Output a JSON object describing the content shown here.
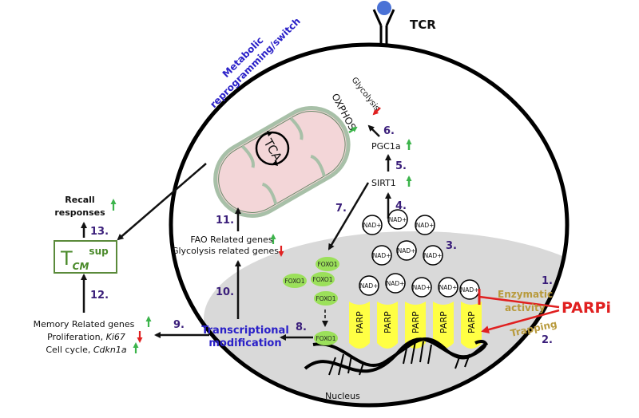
{
  "receptor": {
    "label": "TCR"
  },
  "mitochondrion": {
    "cycle_label": "TCA",
    "oxphos_label": "OXPHOS",
    "glycolysis_label": "Glycolysis"
  },
  "metabolic_label": {
    "line1": "Metabolic",
    "line2": "reprogramming/switch"
  },
  "pgc1a": {
    "label": "PGC1a"
  },
  "sirt1": {
    "label": "SIRT1"
  },
  "nad": {
    "label": "NAD+",
    "count": 11
  },
  "parp": {
    "label": "PARP",
    "count": 5
  },
  "foxo1": {
    "label": "FOXO1"
  },
  "genes_box": {
    "line1": "FAO Related genes",
    "line2": "Glycolysis related genes"
  },
  "transcriptional": {
    "line1": "Transcriptional",
    "line2": "modification"
  },
  "memory_box": {
    "line1": "Memory Related genes",
    "line2_a": "Proliferation, ",
    "line2_b": "Ki67",
    "line3_a": "Cell cycle, ",
    "line3_b": "Cdkn1a"
  },
  "tcm": {
    "main": "T",
    "sub": "CM",
    "sup": "sup"
  },
  "recall": {
    "line1": "Recall",
    "line2": "responses"
  },
  "parpi": {
    "label": "PARPi",
    "enzymatic_line1": "Enzymatic",
    "enzymatic_line2": "activity",
    "trapping": "Trapping"
  },
  "nucleus": {
    "label": "Nucleus"
  },
  "steps": {
    "s1": "1.",
    "s2": "2.",
    "s3": "3.",
    "s4": "4.",
    "s5": "5.",
    "s6": "6.",
    "s7": "7.",
    "s8": "8.",
    "s9": "9.",
    "s10": "10.",
    "s11": "11.",
    "s12": "12.",
    "s13": "13."
  },
  "colors": {
    "up": "#3cb44b",
    "down": "#e02020",
    "step": "#3a1e7a",
    "blue_text": "#2a20c8",
    "parpi": "#e02020",
    "tan": "#b89a3c",
    "parp_fill": "#ffff44",
    "foxo_fill": "#9be05a",
    "nucleus_fill": "#d9d9d9",
    "mito_fill": "#f3d6d8",
    "mito_stroke": "#a8c0a8"
  }
}
